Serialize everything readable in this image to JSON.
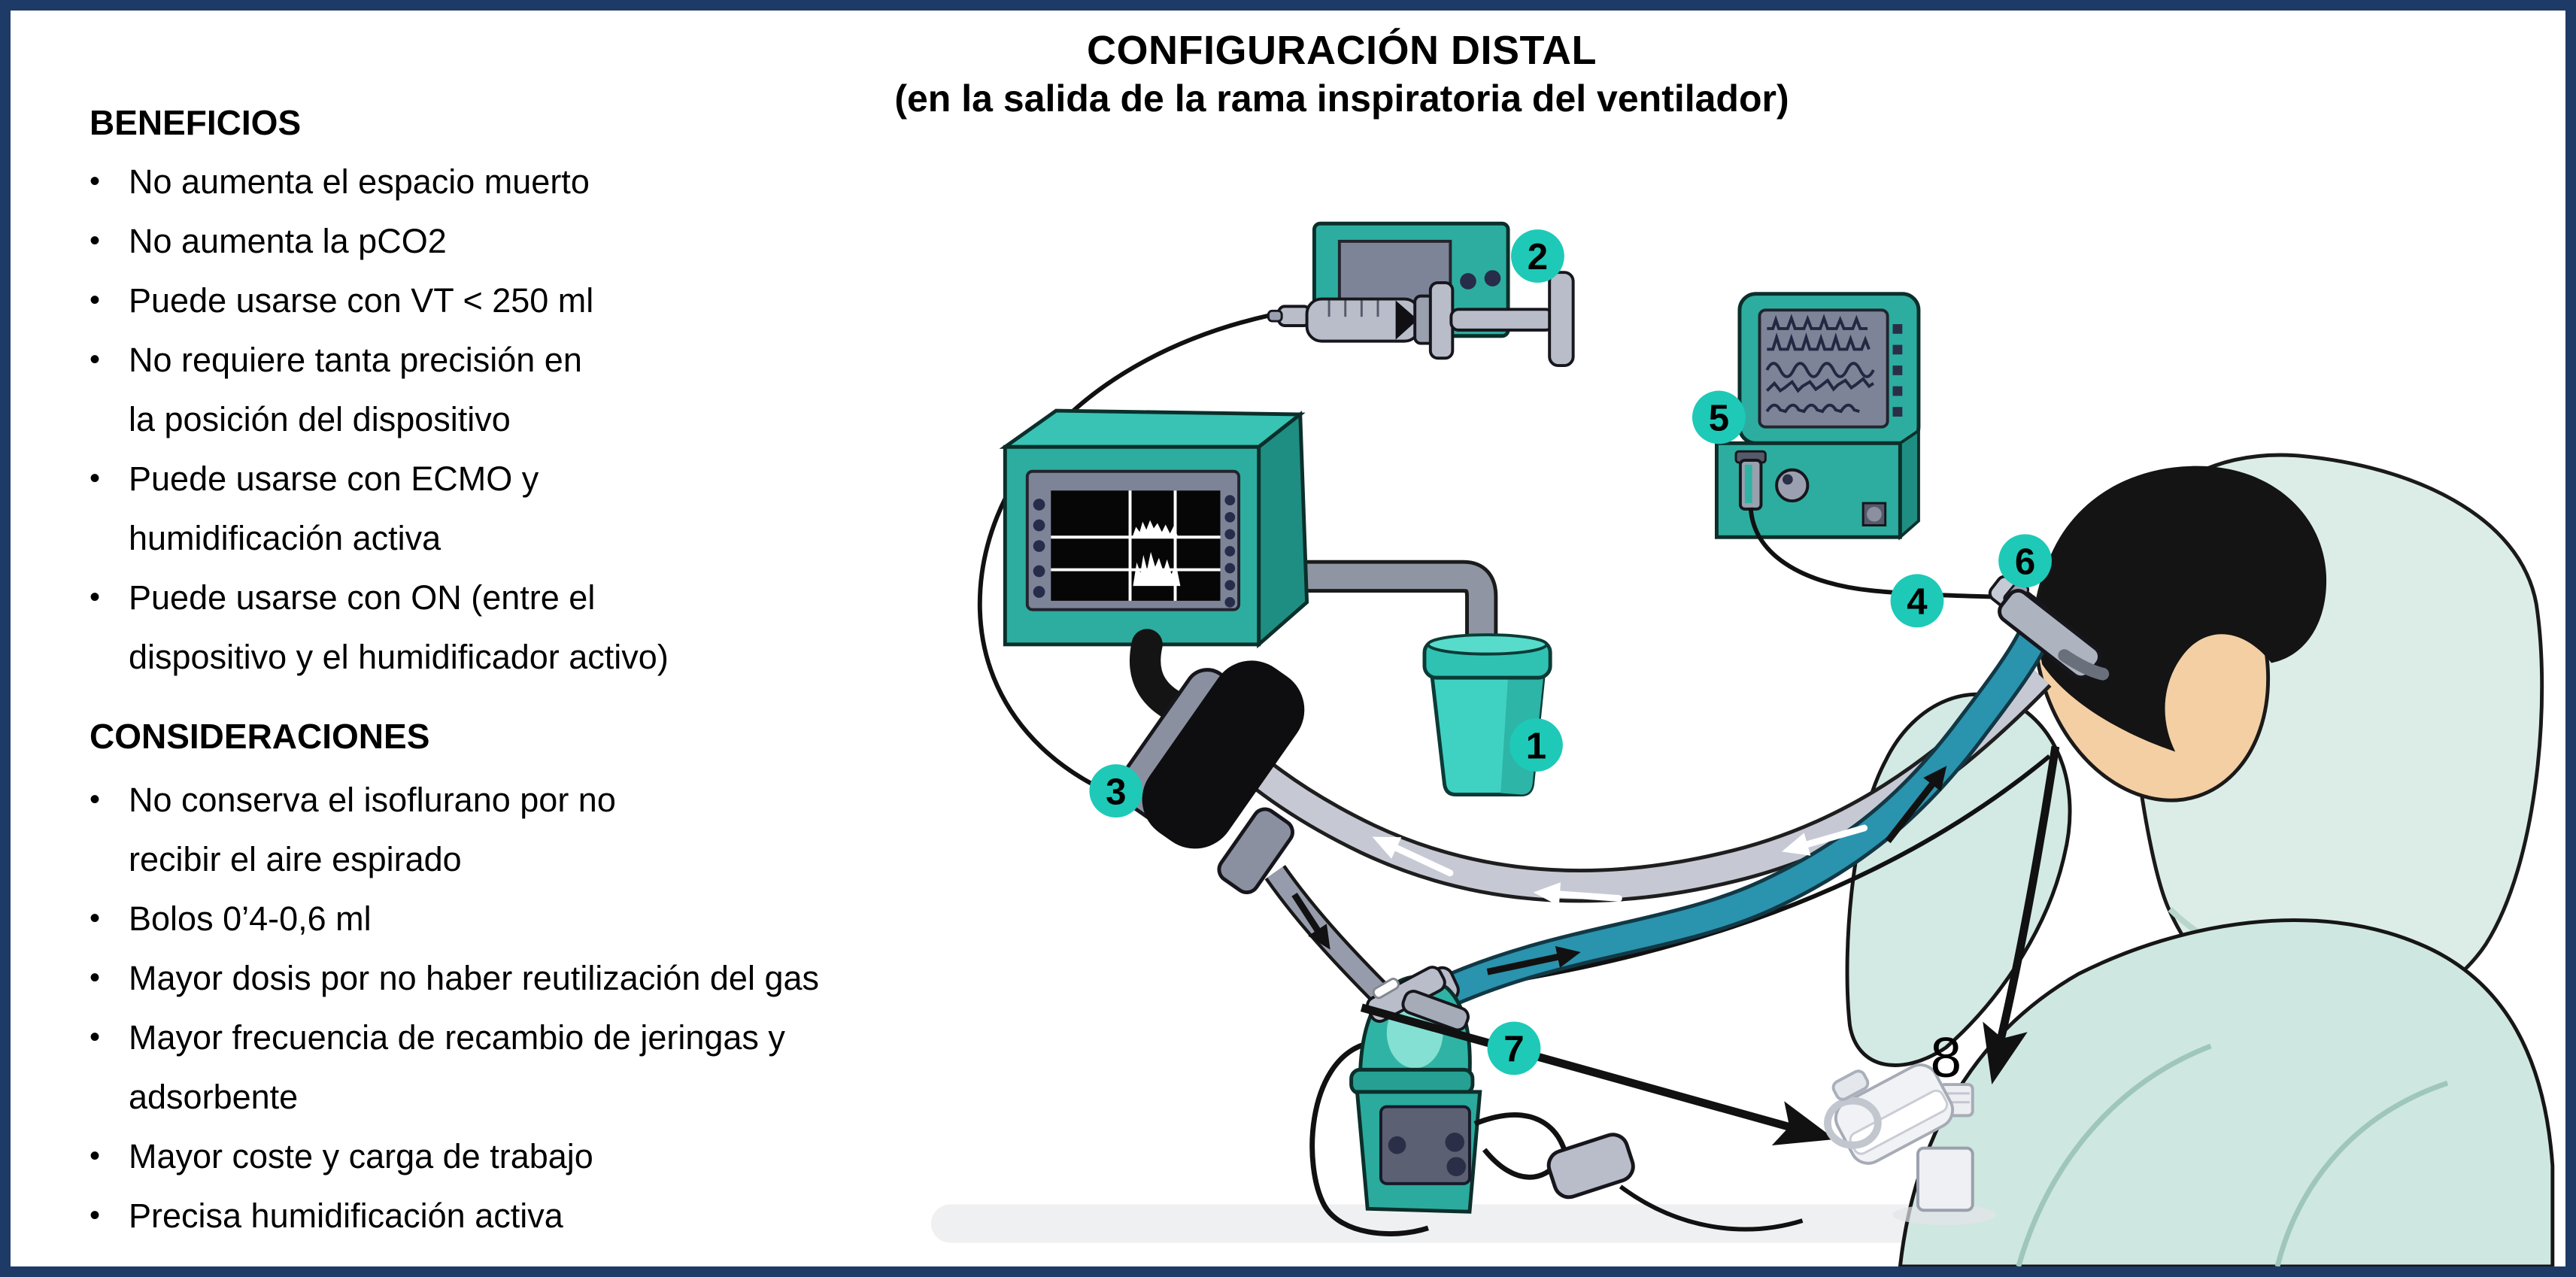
{
  "page": {
    "background": "#FFFFFF",
    "border_color": "#1E3A66"
  },
  "title": {
    "line1": "CONFIGURACIÓN DISTAL",
    "line2": "(en la salida de la rama inspiratoria del ventilador)"
  },
  "benefits": {
    "heading": "BENEFICIOS",
    "items": [
      "No aumenta el espacio muerto",
      "No aumenta la pCO2",
      "Puede usarse con VT < 250 ml",
      "No requiere tanta precisión en\nla posición del dispositivo",
      "Puede usarse con ECMO y\nhumidificación activa",
      "Puede usarse con ON (entre el\ndispositivo y el humidificador activo)"
    ]
  },
  "considerations": {
    "heading": "CONSIDERACIONES",
    "items": [
      "No conserva el isoflurano  por no\nrecibir el aire espirado",
      "Bolos 0’4-0,6 ml",
      "Mayor dosis por no haber reutilización del gas",
      "Mayor frecuencia de recambio de jeringas y\nadsorbente",
      "Mayor coste y carga de trabajo",
      "Precisa humidificación activa"
    ]
  },
  "diagram": {
    "badges": [
      "1",
      "2",
      "3",
      "4",
      "5",
      "6",
      "7",
      "8"
    ],
    "colors": {
      "badge_teal": "#1EC9B7",
      "equipment_teal": "#2DAD9F",
      "border_navy": "#1E3A66",
      "inspiratory_tube_teal": "#2A93AD",
      "expiratory_tube_gray": "#C6C9D3"
    }
  }
}
